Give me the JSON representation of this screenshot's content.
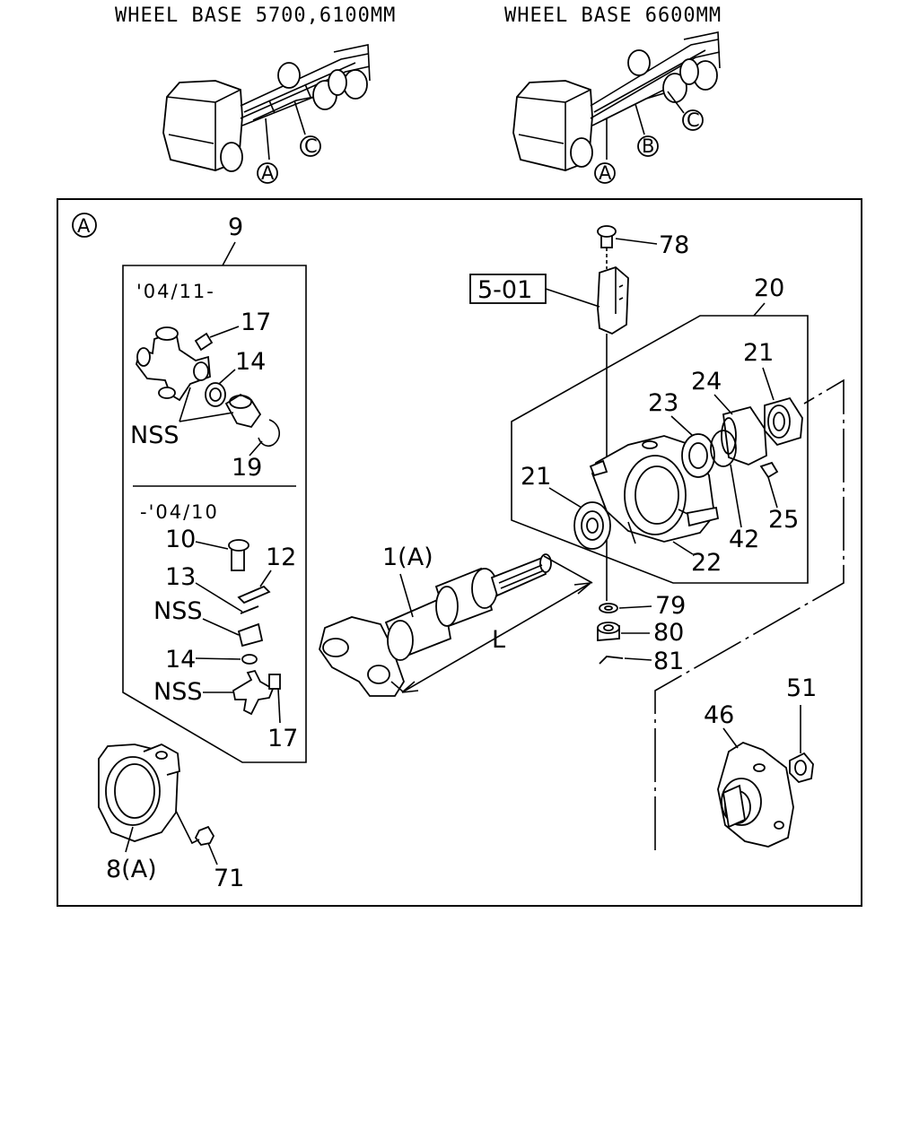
{
  "headers": {
    "left": "WHEEL BASE 5700,6100MM",
    "right": "WHEEL BASE 6600MM"
  },
  "section_markers": {
    "a": "A",
    "b": "B",
    "c": "C"
  },
  "kit_box": {
    "number": "9",
    "new_range": "'04/11-",
    "old_range": "-'04/10"
  },
  "ref_box": "5-01",
  "dimension_label": "L",
  "part_labels": {
    "p1a": "1(A)",
    "p8a": "8(A)",
    "p10": "10",
    "p12": "12",
    "p13": "13",
    "p14_top": "14",
    "p14_bot": "14",
    "p17_top": "17",
    "p17_bot": "17",
    "p19": "19",
    "p20": "20",
    "p21_left": "21",
    "p21_right": "21",
    "p22": "22",
    "p23": "23",
    "p24": "24",
    "p25": "25",
    "p42": "42",
    "p46": "46",
    "p51": "51",
    "p71": "71",
    "p78": "78",
    "p79": "79",
    "p80": "80",
    "p81": "81",
    "nss_1": "NSS",
    "nss_2": "NSS",
    "nss_3": "NSS"
  }
}
